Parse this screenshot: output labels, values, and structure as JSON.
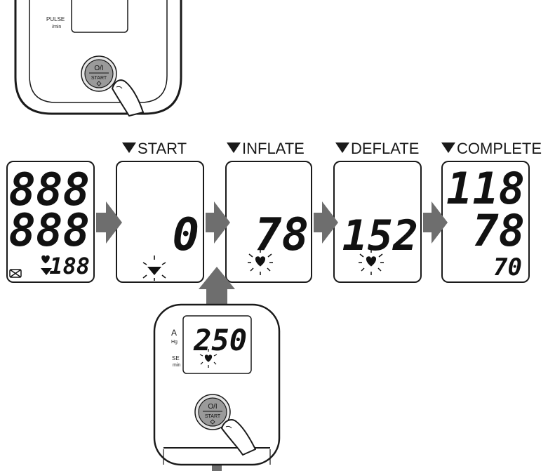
{
  "top_device": {
    "pulse_label": "PULSE",
    "pulse_unit": "/min",
    "button_symbol": "O/I",
    "button_label": "START"
  },
  "steps": [
    {
      "label": "START"
    },
    {
      "label": "INFLATE"
    },
    {
      "label": "DEFLATE"
    },
    {
      "label": "COMPLETE"
    }
  ],
  "panels": {
    "test": {
      "row1": "888",
      "row2": "888",
      "row3": "188"
    },
    "start": {
      "value": "0"
    },
    "inflate": {
      "value": "78"
    },
    "deflate": {
      "value": "152"
    },
    "complete": {
      "systolic": "118",
      "diastolic": "78",
      "pulse": "70"
    }
  },
  "bottom_device": {
    "display_value": "250",
    "side_label_a": "A",
    "side_label_hg": "Hg",
    "side_label_se": "SE",
    "side_label_min": "min",
    "button_symbol": "O/I",
    "button_label": "START"
  },
  "colors": {
    "arrow": "#6e6e6e",
    "outline": "#1a1a1a",
    "button": "#9a9a9a"
  },
  "icons": [
    "hand-pointer-icon",
    "heart-icon",
    "cuff-icon",
    "triangle-down-icon"
  ]
}
